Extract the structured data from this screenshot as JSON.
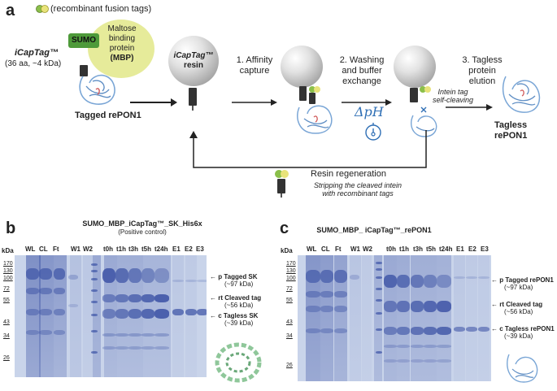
{
  "panel_a": {
    "letter": "a",
    "legend_text": "(recombinant fusion tags)",
    "sumo_label": "SUMO",
    "mbp_label_line1": "Maltose",
    "mbp_label_line2": "binding",
    "mbp_label_line3": "protein",
    "mbp_label_line4": "(MBP)",
    "icaptag_name": "iCapTag™",
    "icaptag_size": "(36 aa, ~4 kDa)",
    "tagged_protein_label": "Tagged rePON1",
    "resin_label_line1": "iCapTag™",
    "resin_label_line2": "resin",
    "step1_line1": "1. Affinity",
    "step1_line2": "capture",
    "step2_line1": "2. Washing",
    "step2_line2": "and buffer",
    "step2_line3": "exchange",
    "ph_label": "ΔpH",
    "intein_line1": "Intein tag",
    "intein_line2": "self-cleaving",
    "step3_line1": "3. Tagless",
    "step3_line2": "protein",
    "step3_line3": "elution",
    "tagless_label": "Tagless rePON1",
    "regen_title": "Resin regeneration",
    "regen_sub_line1": "Stripping the cleaved intein",
    "regen_sub_line2": "with recombinant tags"
  },
  "panel_b": {
    "letter": "b",
    "title": "SUMO_MBP_iCapTag™_SK_His6x",
    "subtitle": "(Positive control)",
    "kda_label": "kDa",
    "markers": [
      "170",
      "130",
      "100",
      "72",
      "55",
      "43",
      "34",
      "26"
    ],
    "lanes": [
      "WL",
      "CL",
      "Ft",
      "W1",
      "W2",
      "t0h",
      "t1h",
      "t3h",
      "t5h",
      "t24h",
      "E1",
      "E2",
      "E3"
    ],
    "annot_p_letter": "p",
    "annot_p_line1": "Tagged SK",
    "annot_p_line2": "(~97 kDa)",
    "annot_rt_letter": "rt",
    "annot_rt_line1": "Cleaved tag",
    "annot_rt_line2": "(~56 kDa)",
    "annot_c_letter": "c",
    "annot_c_line1": "Tagless SK",
    "annot_c_line2": "(~39 kDa)"
  },
  "panel_c": {
    "letter": "c",
    "title": "SUMO_MBP_ iCapTag™_rePON1",
    "kda_label": "kDa",
    "markers": [
      "170",
      "130",
      "100",
      "72",
      "55",
      "43",
      "34",
      "26"
    ],
    "lanes": [
      "WL",
      "CL",
      "Ft",
      "W1",
      "W2",
      "t0h",
      "t1h",
      "t3h",
      "t5h",
      "t24h",
      "E1",
      "E2",
      "E3"
    ],
    "annot_p_letter": "p",
    "annot_p_line1": "Tagged rePON1",
    "annot_p_line2": "(~97 kDa)",
    "annot_rt_letter": "rt",
    "annot_rt_line1": "Cleaved tag",
    "annot_rt_line2": "(~56 kDa)",
    "annot_c_letter": "c",
    "annot_c_line1": "Tagless rePON1",
    "annot_c_line2": "(~39 kDa)"
  },
  "colors": {
    "sumo": "#4e9a3a",
    "mbp": "#e6eb9a",
    "gel_bg": "#c9d4ea",
    "band": "#4258a8",
    "arrow": "#222222",
    "ph": "#2f6fb5",
    "protein": "#7aa6d6"
  }
}
